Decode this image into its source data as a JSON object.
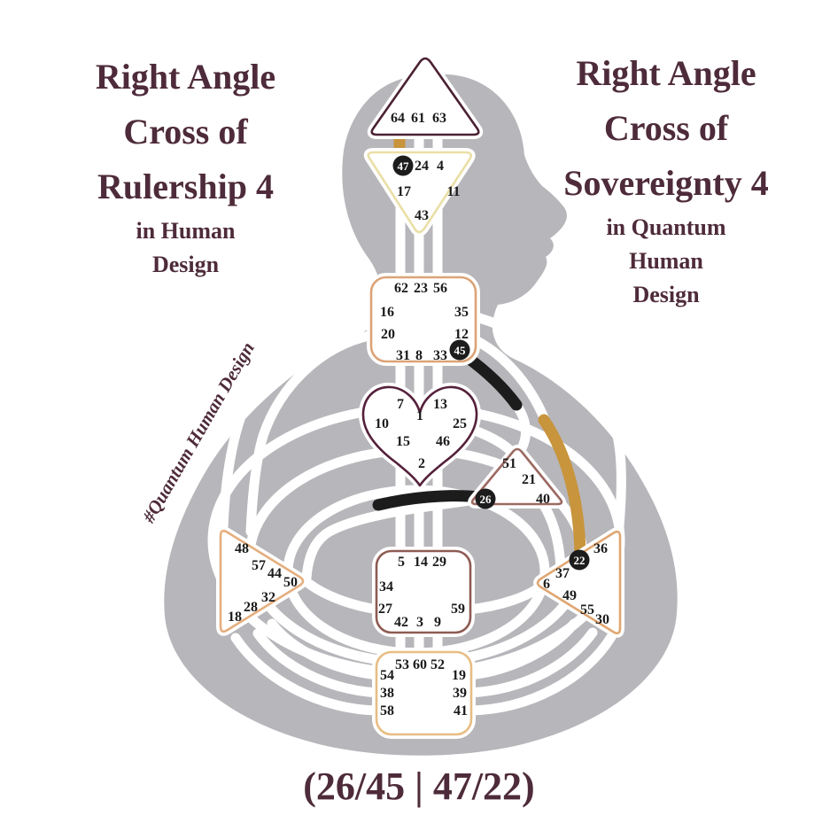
{
  "left_title": {
    "lines": [
      "Right Angle",
      "Cross of",
      "Rulership 4"
    ],
    "subtitle_lines": [
      "in Human",
      "Design"
    ]
  },
  "right_title": {
    "lines": [
      "Right Angle",
      "Cross of",
      "Sovereignty 4"
    ],
    "subtitle_lines": [
      "in Quantum",
      "Human",
      "Design"
    ]
  },
  "footer": {
    "cross_notation": "(26/45 | 47/22)"
  },
  "watermark": {
    "hashtag": "#Quantum Human Design"
  },
  "colors": {
    "background": "#ffffff",
    "body_silhouette": "#b7b6ba",
    "title_maroon": "#4e2b3a",
    "gold": "#c8943c",
    "black": "#1c1c1c",
    "center_fill": "#ffffff",
    "head_border": "#4b2133",
    "ajna_border": "#eadfa6",
    "throat_border": "#dca377",
    "g_border": "#54203a",
    "ego_border": "#9c6a62",
    "spleen_border": "#e5ae7e",
    "sacral_border": "#8e5b53",
    "solar_plexus_border": "#e0a671",
    "root_border": "#e8bd83",
    "gate_number": "#1a1a1a"
  },
  "bodygraph": {
    "centers": {
      "head": {
        "gates": [
          "64",
          "61",
          "63"
        ]
      },
      "ajna": {
        "gates": [
          "24",
          "4",
          "17",
          "11",
          "43"
        ]
      },
      "throat": {
        "gates": [
          "62",
          "23",
          "56",
          "16",
          "35",
          "20",
          "12",
          "31",
          "8",
          "33"
        ]
      },
      "g_center": {
        "gates": [
          "7",
          "13",
          "1",
          "10",
          "25",
          "15",
          "46",
          "2"
        ]
      },
      "ego": {
        "gates": [
          "51",
          "21",
          "40"
        ]
      },
      "spleen": {
        "gates": [
          "48",
          "57",
          "44",
          "50",
          "32",
          "28",
          "18"
        ]
      },
      "sacral": {
        "gates": [
          "5",
          "14",
          "29",
          "34",
          "27",
          "59",
          "42",
          "3",
          "9"
        ]
      },
      "solar_plexus": {
        "gates": [
          "36",
          "37",
          "6",
          "49",
          "55",
          "30"
        ]
      },
      "root": {
        "gates": [
          "53",
          "60",
          "52",
          "54",
          "19",
          "38",
          "39",
          "58",
          "41"
        ]
      }
    },
    "activated_gates": [
      {
        "gate": "47",
        "color": "gold"
      },
      {
        "gate": "45",
        "color": "black"
      },
      {
        "gate": "26",
        "color": "black"
      },
      {
        "gate": "22",
        "color": "gold"
      }
    ]
  }
}
